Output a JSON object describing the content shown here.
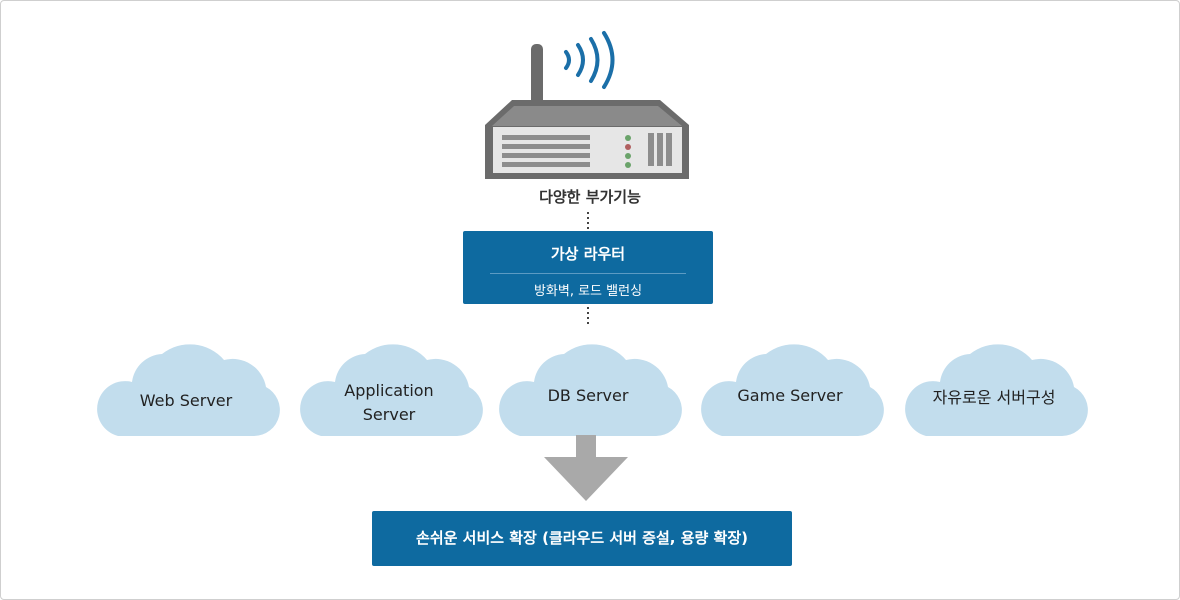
{
  "router": {
    "caption": "다양한 부가기능"
  },
  "virtual_router": {
    "title": "가상 라우터",
    "subtitle": "방화벽, 로드 밸런싱"
  },
  "clouds": [
    {
      "line1": "Web Server",
      "line2": ""
    },
    {
      "line1": "Application",
      "line2": "Server"
    },
    {
      "line1": "DB Server",
      "line2": ""
    },
    {
      "line1": "Game Server",
      "line2": ""
    },
    {
      "line1": "자유로운 서버구성",
      "line2": ""
    }
  ],
  "bottom": {
    "label": "손쉬운 서비스 확장 (클라우드 서버 증설, 용량 확장)"
  },
  "colors": {
    "primary_blue": "#0e6aa0",
    "cloud_fill": "#c2dded",
    "arrow_gray": "#a9a9a9",
    "router_body": "#6b6b6b",
    "wave_blue": "#1b6fa8"
  }
}
